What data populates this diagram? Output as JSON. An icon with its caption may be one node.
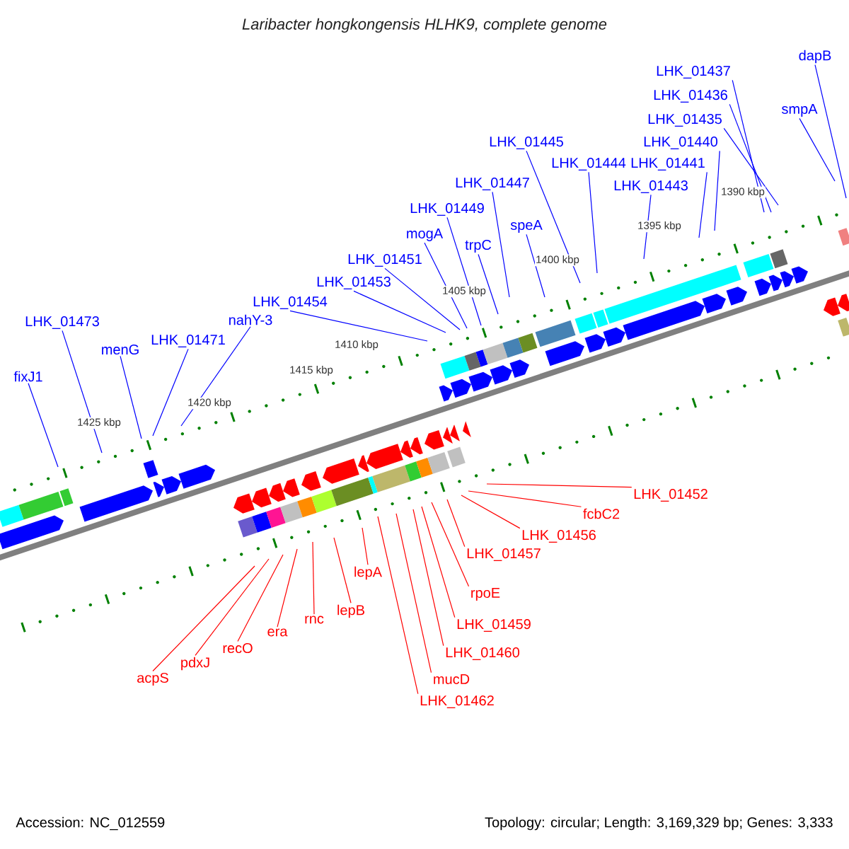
{
  "diagram": {
    "title": "Laribacter hongkongensis HLHK9, complete genome",
    "nodes": [
      {
        "text": [
          "dapB"
        ]
      },
      {
        "text": [
          "LHK_01437"
        ]
      },
      {
        "text": [
          "smpA"
        ]
      },
      {
        "text": [
          "LHK_01436"
        ]
      },
      {
        "text": [
          "LHK_01435"
        ]
      },
      {
        "text": [
          "LHK_01445"
        ]
      },
      {
        "text": [
          "LHK_01440"
        ]
      },
      {
        "text": [
          "mogA"
        ]
      },
      {
        "text": [
          "LHK_01444"
        ]
      },
      {
        "text": [
          "LHK_01441"
        ]
      },
      {
        "text": [
          "LHK_01447"
        ]
      },
      {
        "text": [
          "LHK_01443"
        ]
      },
      {
        "text": [
          "LHK_01449"
        ]
      },
      {
        "text": [
          "speA"
        ]
      },
      {
        "text": [
          "trpC"
        ]
      },
      {
        "text": [
          "LHK_01451"
        ]
      },
      {
        "text": [
          "LHK_01453"
        ]
      },
      {
        "text": [
          "LHK_01454"
        ]
      },
      {
        "text": [
          "LHK_01473"
        ]
      },
      {
        "text": [
          "nahY-3"
        ]
      },
      {
        "text": [
          "menG"
        ]
      },
      {
        "text": [
          "LHK_01471"
        ]
      },
      {
        "text": [
          "fixJ1"
        ]
      },
      {
        "text": [
          "LHK_01452"
        ]
      },
      {
        "text": [
          "fcbC2"
        ]
      },
      {
        "text": [
          "LHK_01456"
        ]
      },
      {
        "text": [
          "LHK_01457"
        ]
      },
      {
        "text": [
          "rpoE"
        ]
      },
      {
        "text": [
          "lepA"
        ]
      },
      {
        "text": [
          "lepB"
        ]
      },
      {
        "text": [
          "rnc"
        ]
      },
      {
        "text": [
          "LHK_01459"
        ]
      },
      {
        "text": [
          "era"
        ]
      },
      {
        "text": [
          "recO"
        ]
      },
      {
        "text": [
          "LHK_01460"
        ]
      },
      {
        "text": [
          "pdxJ"
        ]
      },
      {
        "text": [
          "acpS"
        ]
      },
      {
        "text": [
          "mucD"
        ]
      },
      {
        "text": [
          "LHK_01462"
        ]
      }
    ],
    "edges": [
      {
        "from": 0,
        "to": null,
        "arrow": "none"
      },
      {
        "from": 1,
        "to": null,
        "arrow": "none"
      },
      {
        "from": 2,
        "to": null,
        "arrow": "none"
      },
      {
        "from": 3,
        "to": null,
        "arrow": "none"
      },
      {
        "from": 4,
        "to": null,
        "arrow": "none"
      },
      {
        "from": 5,
        "to": null,
        "arrow": "none"
      },
      {
        "from": 6,
        "to": null,
        "arrow": "none"
      },
      {
        "from": 7,
        "to": null,
        "arrow": "none"
      },
      {
        "from": 8,
        "to": null,
        "arrow": "none"
      },
      {
        "from": 9,
        "to": null,
        "arrow": "none"
      },
      {
        "from": 10,
        "to": null,
        "arrow": "none"
      },
      {
        "from": 11,
        "to": null,
        "arrow": "none"
      },
      {
        "from": 12,
        "to": null,
        "arrow": "none"
      },
      {
        "from": 13,
        "to": null,
        "arrow": "none"
      },
      {
        "from": 14,
        "to": null,
        "arrow": "none"
      },
      {
        "from": 15,
        "to": null,
        "arrow": "none"
      },
      {
        "from": 16,
        "to": null,
        "arrow": "none"
      },
      {
        "from": 17,
        "to": null,
        "arrow": "none"
      },
      {
        "from": 18,
        "to": null,
        "arrow": "none"
      },
      {
        "from": 19,
        "to": null,
        "arrow": "none"
      },
      {
        "from": 20,
        "to": null,
        "arrow": "none"
      },
      {
        "from": 21,
        "to": null,
        "arrow": "none"
      },
      {
        "from": 22,
        "to": null,
        "arrow": "none"
      },
      {
        "from": 23,
        "to": null,
        "arrow": "none",
        "color": "#ff0000"
      },
      {
        "from": 24,
        "to": null,
        "arrow": "none",
        "color": "#ff0000"
      },
      {
        "from": 25,
        "to": null,
        "arrow": "none",
        "color": "#ff0000"
      },
      {
        "from": 26,
        "to": null,
        "arrow": "none",
        "color": "#ff0000"
      },
      {
        "from": 27,
        "to": null,
        "arrow": "none",
        "color": "#ff0000"
      },
      {
        "from": 28,
        "to": null,
        "arrow": "none",
        "color": "#ff0000"
      },
      {
        "from": 29,
        "to": null,
        "arrow": "none",
        "color": "#ff0000"
      },
      {
        "from": 30,
        "to": null,
        "arrow": "none",
        "color": "#ff0000"
      },
      {
        "from": 31,
        "to": null,
        "arrow": "none",
        "color": "#ff0000"
      },
      {
        "from": 32,
        "to": null,
        "arrow": "none",
        "color": "#ff0000"
      },
      {
        "from": 33,
        "to": null,
        "arrow": "none",
        "color": "#ff0000"
      },
      {
        "from": 34,
        "to": null,
        "arrow": "none",
        "color": "#ff0000"
      },
      {
        "from": 35,
        "to": null,
        "arrow": "none",
        "color": "#ff0000"
      },
      {
        "from": 36,
        "to": null,
        "arrow": "none",
        "color": "#ff0000"
      },
      {
        "from": 37,
        "to": null,
        "arrow": "none",
        "color": "#ff0000"
      },
      {
        "from": 38,
        "to": null,
        "arrow": "none",
        "color": "#ff0000"
      }
    ],
    "labels": [
      "1390 kbp",
      "1395 kbp",
      "1400 kbp",
      "1405 kbp",
      "1410 kbp",
      "1415 kbp",
      "1420 kbp",
      "1425 kbp",
      "Accession: NC_012559",
      "Topology: circular; Length: 3,169,329 bp; Genes: 3,333"
    ]
  }
}
